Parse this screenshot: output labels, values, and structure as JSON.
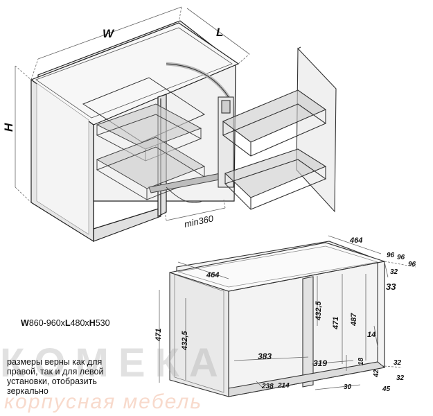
{
  "labels": {
    "w": "W",
    "l": "L",
    "h": "H",
    "min360": "min360"
  },
  "spec": {
    "w_letter": "W",
    "w_value": "860-960x",
    "l_letter": "L",
    "l_value": "480x",
    "h_letter": "H",
    "h_value": "530"
  },
  "note": "размеры верны как для правой, так и для левой установки, отобразить зеркально",
  "watermark": {
    "brand": "КОМЕКА",
    "tagline": "корпусная мебель"
  },
  "dimensions": {
    "d464_top": "464",
    "d464_left": "464",
    "d96a": "96",
    "d96b": "96",
    "d96c": "96",
    "d32_top": "32",
    "d33": "33",
    "d471_left": "471",
    "d432_left": "432,5",
    "d432_mid": "432,5",
    "d471_mid": "471",
    "d487": "487",
    "d14": "14",
    "d383": "383",
    "d319": "319",
    "d18": "18",
    "d32_right": "32",
    "d42": "42",
    "d32_bottom": "32",
    "d45": "45",
    "d238": "238",
    "d214": "214",
    "d30": "30"
  },
  "colors": {
    "line": "#222222",
    "panel": "#f0f0f0",
    "panel_dark": "#d9d9d9",
    "basket": "#444444"
  }
}
